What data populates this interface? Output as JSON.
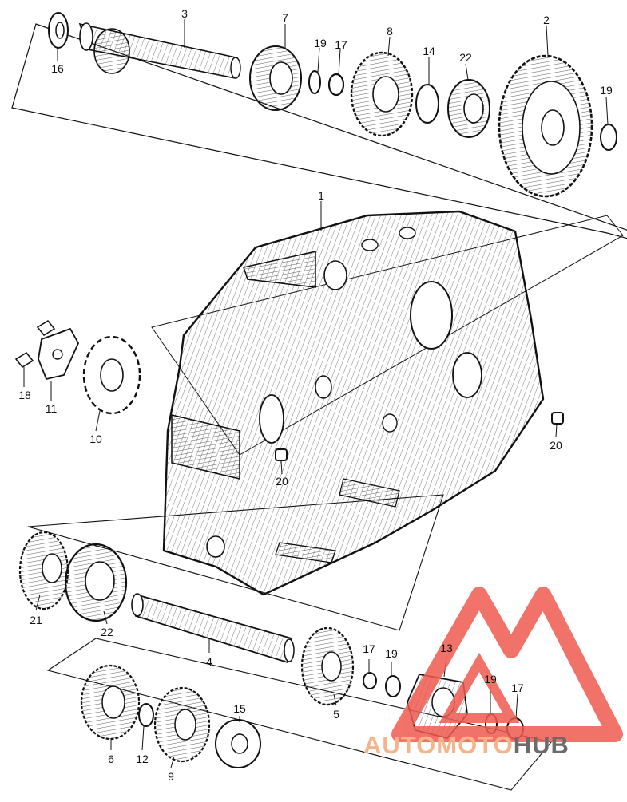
{
  "callouts": {
    "c1": "1",
    "c2": "2",
    "c3": "3",
    "c4": "4",
    "c5": "5",
    "c6": "6",
    "c7": "7",
    "c8": "8",
    "c9": "9",
    "c10": "10",
    "c11": "11",
    "c12": "12",
    "c13": "13",
    "c14": "14",
    "c15": "15",
    "c16": "16",
    "c17a": "17",
    "c17b": "17",
    "c17c": "17",
    "c18": "18",
    "c19a": "19",
    "c19b": "19",
    "c19c": "19",
    "c19d": "19",
    "c20a": "20",
    "c20b": "20",
    "c21": "21",
    "c22a": "22",
    "c22b": "22"
  },
  "watermark": {
    "part1": "AUTOMOTO",
    "part2": "HUB",
    "color1": "#f5b48a",
    "color2": "#6b6b6b",
    "triangle_color": "#ee5a4f"
  }
}
